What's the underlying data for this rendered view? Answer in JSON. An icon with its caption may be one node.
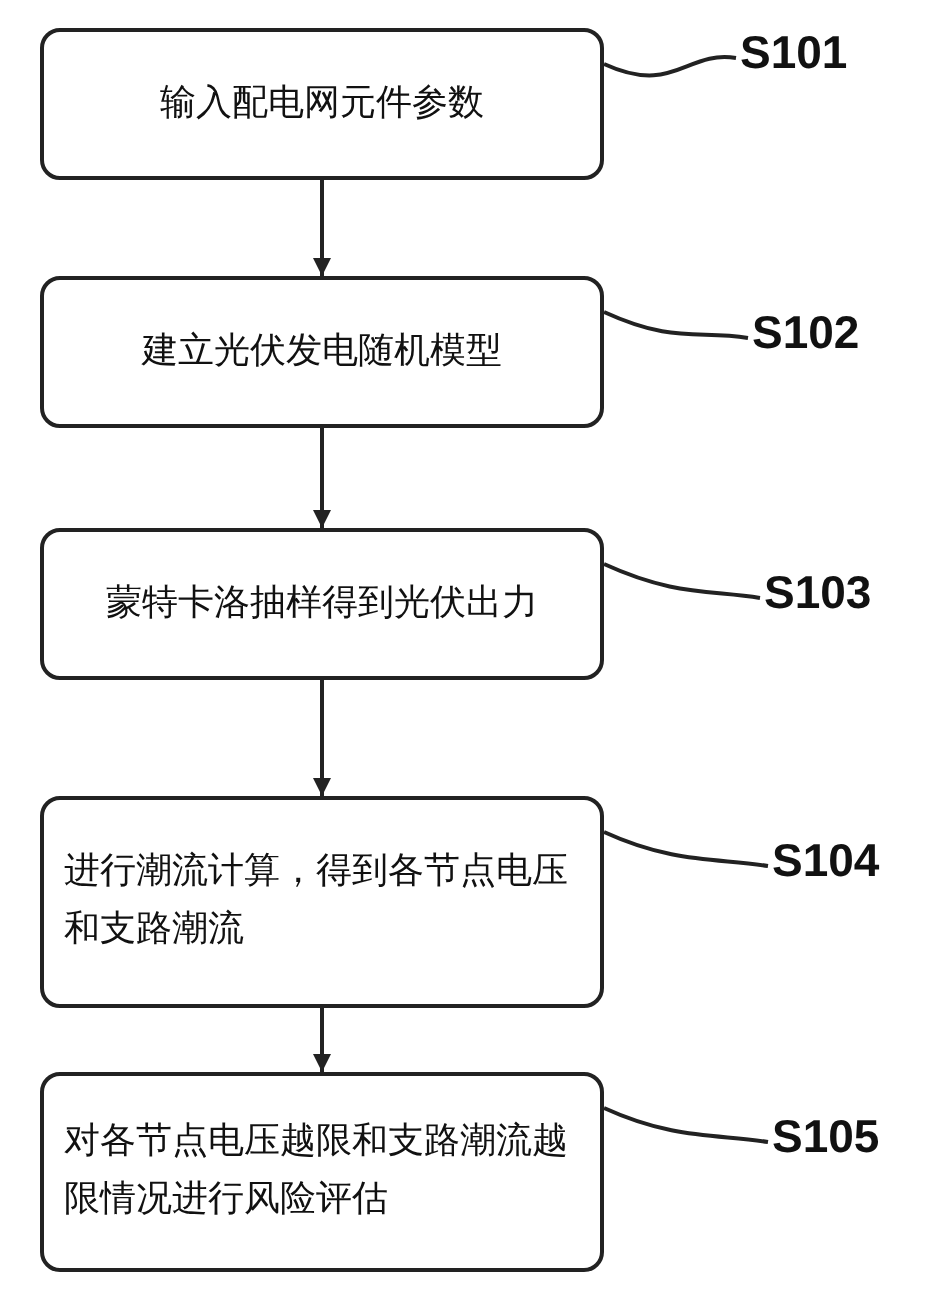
{
  "diagram": {
    "nodes": [
      {
        "text": [
          "输入配电网元件参数"
        ]
      },
      {
        "text": [
          "建立光伏发电随机模型"
        ]
      },
      {
        "text": [
          "蒙特卡洛抽样得到光伏出力"
        ]
      },
      {
        "text": [
          "进行潮流计算，得到各节点电压和支路潮流"
        ]
      },
      {
        "text": [
          "对各节点电压越限和支路潮流越限情况进行风险评估"
        ]
      },
      {
        "text": [
          "S101"
        ]
      },
      {
        "text": [
          "S102"
        ]
      },
      {
        "text": [
          "S103"
        ]
      },
      {
        "text": [
          "S104"
        ]
      },
      {
        "text": [
          "S105"
        ]
      }
    ],
    "edges": [
      {
        "from": 0,
        "to": 1,
        "arrow": "to"
      },
      {
        "from": 1,
        "to": 2,
        "arrow": "to"
      },
      {
        "from": 2,
        "to": 3,
        "arrow": "to"
      },
      {
        "from": 3,
        "to": 4,
        "arrow": "to"
      },
      {
        "from": 5,
        "to": 0,
        "arrow": "none"
      },
      {
        "from": 6,
        "to": 1,
        "arrow": "none"
      },
      {
        "from": 7,
        "to": 2,
        "arrow": "none"
      },
      {
        "from": 8,
        "to": 3,
        "arrow": "none"
      },
      {
        "from": 9,
        "to": 4,
        "arrow": "none"
      }
    ]
  }
}
